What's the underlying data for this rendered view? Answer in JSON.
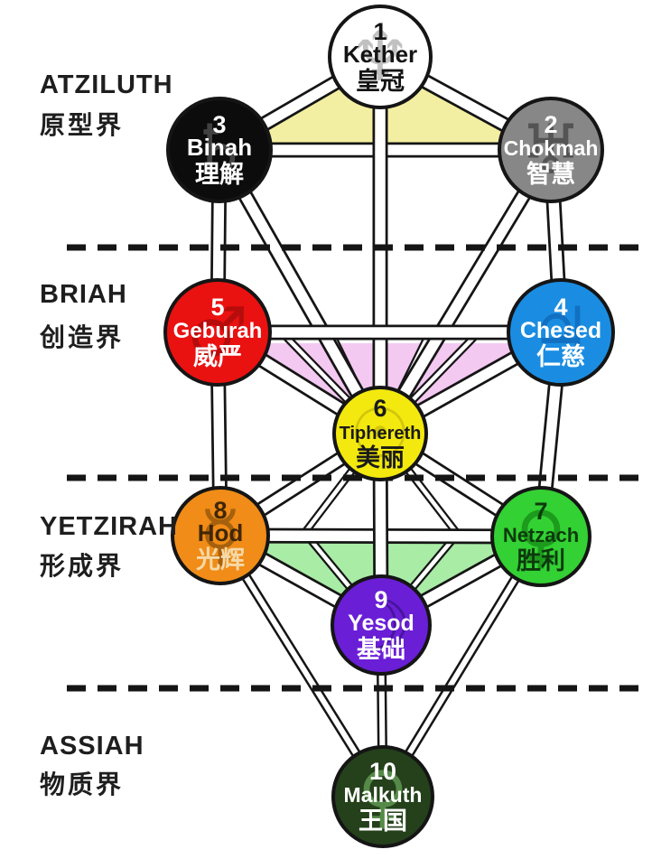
{
  "colors": {
    "background": "#ffffff",
    "line": "#151515",
    "supernal_triangle": "#f3efa2",
    "ethical_fan": "#f3c8f1",
    "astral_triangle": "#a9eca6"
  },
  "worlds": [
    {
      "name": "ATZILUTH",
      "chinese": "原型界"
    },
    {
      "name": "BRIAH",
      "chinese": "创造界"
    },
    {
      "name": "YETZIRAH",
      "chinese": "形成界"
    },
    {
      "name": "ASSIAH",
      "chinese": "物质界"
    }
  ],
  "sephirot": [
    {
      "number": "1",
      "name": "Kether",
      "chinese": "皇冠",
      "color": "#ffffff",
      "text_color": "#141414",
      "chinese_color": "#141414",
      "symbol": "♆",
      "symbol_name": "neptune-symbol",
      "symbol_color": "#8f8f8f"
    },
    {
      "number": "2",
      "name": "Chokmah",
      "chinese": "智慧",
      "color": "#878787",
      "text_color": "#ffffff",
      "chinese_color": "#ffffff",
      "symbol": "♅",
      "symbol_name": "uranus-symbol",
      "symbol_color": "#2b2b2b"
    },
    {
      "number": "3",
      "name": "Binah",
      "chinese": "理解",
      "color": "#0c0c0c",
      "text_color": "#ffffff",
      "chinese_color": "#ffffff",
      "symbol": "♄",
      "symbol_name": "saturn-symbol",
      "symbol_color": "#6e6e6e"
    },
    {
      "number": "4",
      "name": "Chesed",
      "chinese": "仁慈",
      "color": "#1a8de2",
      "text_color": "#ffffff",
      "chinese_color": "#ffffff",
      "symbol": "♃",
      "symbol_name": "jupiter-symbol",
      "symbol_color": "#0c5aa8"
    },
    {
      "number": "5",
      "name": "Geburah",
      "chinese": "威严",
      "color": "#ea1111",
      "text_color": "#ffffff",
      "chinese_color": "#ffffff",
      "symbol": "♂",
      "symbol_name": "mars-symbol",
      "symbol_color": "#8c0909"
    },
    {
      "number": "6",
      "name": "Tiphereth",
      "chinese": "美丽",
      "color": "#f3e90e",
      "text_color": "#1a1a1a",
      "chinese_color": "#1a1a1a",
      "symbol": "☉",
      "symbol_name": "sun-symbol",
      "symbol_color": "#b7ab0a"
    },
    {
      "number": "7",
      "name": "Netzach",
      "chinese": "胜利",
      "color": "#33d133",
      "text_color": "#0d3a0d",
      "chinese_color": "#0d3a0d",
      "symbol": "♀",
      "symbol_name": "venus-symbol",
      "symbol_color": "#0b700b"
    },
    {
      "number": "8",
      "name": "Hod",
      "chinese": "光辉",
      "color": "#f08c17",
      "text_color": "#402604",
      "chinese_color": "#f6d9a8",
      "symbol": "☿",
      "symbol_name": "mercury-symbol",
      "symbol_color": "#6d3e06"
    },
    {
      "number": "9",
      "name": "Yesod",
      "chinese": "基础",
      "color": "#6a1ed6",
      "text_color": "#ffffff",
      "chinese_color": "#ffffff",
      "symbol": "☽",
      "symbol_name": "moon-symbol",
      "symbol_color": "#2c0d6e"
    },
    {
      "number": "10",
      "name": "Malkuth",
      "chinese": "王国",
      "color": "#24411b",
      "text_color": "#ffffff",
      "chinese_color": "#ffffff",
      "symbol": "♀",
      "symbol_name": "earth-symbol",
      "symbol_color": "#7fc66f"
    }
  ]
}
